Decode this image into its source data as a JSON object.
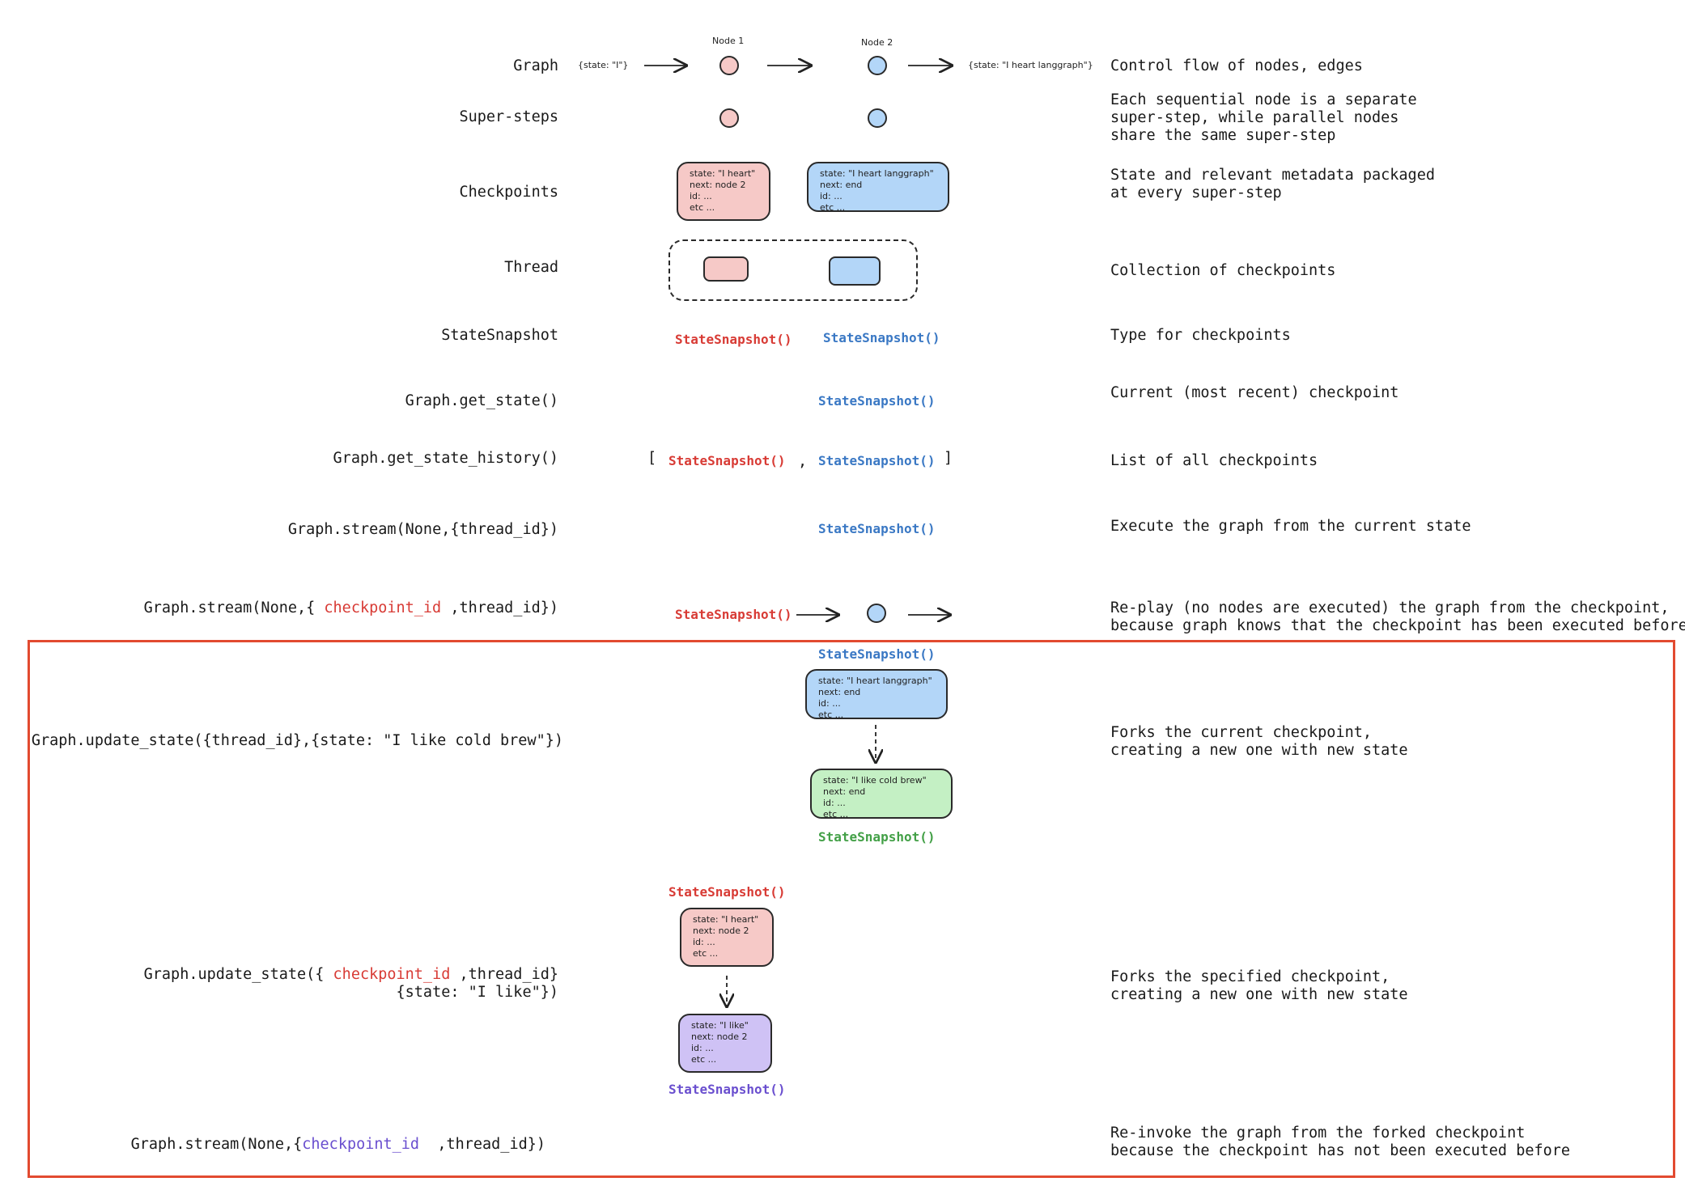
{
  "rows": {
    "graph": {
      "label": "Graph",
      "desc": "Control flow of nodes, edges"
    },
    "supersteps": {
      "label": "Super-steps",
      "desc": "Each sequential node is a separate\nsuper-step, while parallel nodes\nshare the same super-step"
    },
    "checkpoints": {
      "label": "Checkpoints",
      "desc": "State and relevant metadata packaged\nat every super-step"
    },
    "thread": {
      "label": "Thread",
      "desc": "Collection of checkpoints"
    },
    "statesnapshot": {
      "label": "StateSnapshot",
      "desc": "Type for checkpoints"
    },
    "get_state": {
      "label": "Graph.get_state()",
      "desc": "Current (most recent) checkpoint"
    },
    "get_state_history": {
      "label": "Graph.get_state_history()",
      "desc": "List of all checkpoints"
    },
    "stream_current": {
      "label": "Graph.stream(None,{thread_id})",
      "desc": "Execute the graph from the current state"
    },
    "stream_replay": {
      "label_pre": "Graph.stream(None,{ ",
      "label_hl": "checkpoint_id",
      "label_post": " ,thread_id})",
      "desc": "Re-play (no nodes are executed) the graph from the checkpoint,\nbecause graph knows that the checkpoint has been executed before"
    },
    "update_current": {
      "label": "Graph.update_state({thread_id},{state: \"I like cold brew\"})",
      "desc": "Forks the current checkpoint,\ncreating a new one with new state"
    },
    "update_specified": {
      "label_pre": "Graph.update_state({ ",
      "label_hl": "checkpoint_id",
      "label_post": " ,thread_id}",
      "label_line2": "{state: \"I like\"})",
      "desc": "Forks the specified checkpoint,\ncreating a new one with new state"
    },
    "stream_forked": {
      "label_pre": "Graph.stream(None,{",
      "label_hl": "checkpoint_id",
      "label_post": "  ,thread_id})",
      "desc": "Re-invoke the graph from the forked checkpoint\nbecause the checkpoint has not been executed before"
    }
  },
  "graph_diagram": {
    "node1": "Node 1",
    "node2": "Node 2",
    "input_state": "{state: \"I\"}",
    "output_state": "{state: \"I heart langgraph\"}"
  },
  "checkpoint_boxes": {
    "pink": [
      "state: \"I heart\"",
      "next: node 2",
      "id: ...",
      "etc ..."
    ],
    "blue": [
      "state: \"I heart langgraph\"",
      "next: end",
      "id: ...",
      "etc ..."
    ],
    "green": [
      "state: \"I like cold brew\"",
      "next: end",
      "id: ...",
      "etc ..."
    ],
    "purple": [
      "state: \"I like\"",
      "next: node 2",
      "id: ...",
      "etc ..."
    ]
  },
  "snapshot_label": "StateSnapshot()",
  "brackets": {
    "open": "[",
    "comma": ",",
    "close": "]"
  },
  "colors": {
    "red": "#d83b35",
    "blue": "#3a78c4",
    "green": "#43a047",
    "purple": "#6a4fcf",
    "pink_fill": "#f6c9c7",
    "blue_fill": "#b3d6f8",
    "green_fill": "#c4f0c4",
    "purple_fill": "#cfc2f5",
    "frame": "#e24a30"
  }
}
